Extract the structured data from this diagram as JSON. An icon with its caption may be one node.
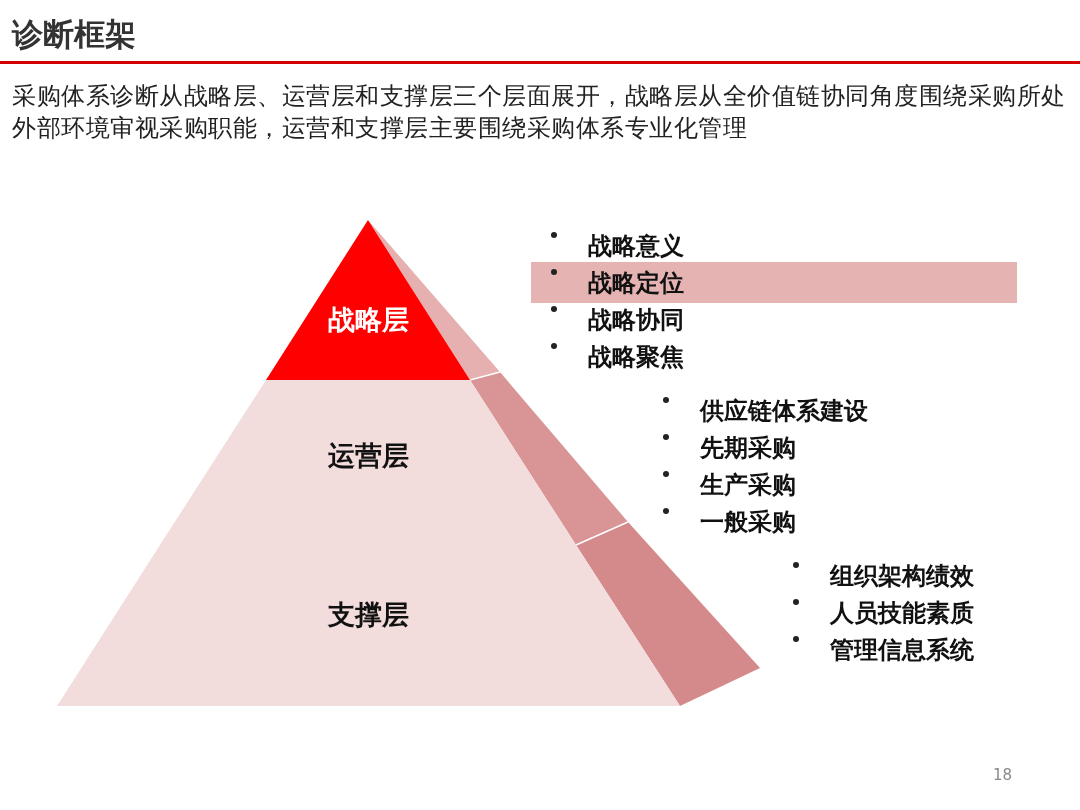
{
  "diagram": {
    "title": "诊断框架",
    "nodes": [
      {
        "text": [
          "战略层"
        ],
        "beside": [
          "战略意义",
          "战略定位",
          "战略协同",
          "战略聚焦"
        ]
      },
      {
        "text": [
          "运营层"
        ],
        "beside": [
          "供应链体系建设",
          "先期采购",
          "生产采购",
          "一般采购"
        ]
      },
      {
        "text": [
          "支撑层"
        ],
        "beside": [
          "组织架构绩效",
          "人员技能素质",
          "管理信息系统"
        ]
      }
    ],
    "labels": [
      "采购体系诊断从战略层、运营层和支撑层三个层面展开，战略层从全价值链协同角度围绕采购所处外部环境审视采购职能，运营和支撑层主要围绕采购体系专业化管理",
      "18"
    ]
  }
}
